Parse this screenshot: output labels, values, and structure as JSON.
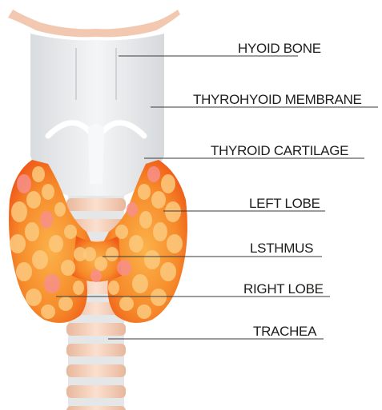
{
  "diagram": {
    "labels": [
      {
        "id": "hyoid-bone",
        "text": "HYOID BONE"
      },
      {
        "id": "thyrohyoid-membrane",
        "text": "THYROHYOID MEMBRANE"
      },
      {
        "id": "thyroid-cartilage",
        "text": "THYROID CARTILAGE"
      },
      {
        "id": "left-lobe",
        "text": "LEFT LOBE"
      },
      {
        "id": "isthmus",
        "text": "LSTHMUS"
      },
      {
        "id": "right-lobe",
        "text": "RIGHT LOBE"
      },
      {
        "id": "trachea",
        "text": "TRACHEA"
      }
    ],
    "colors": {
      "bone": "#f2c9b0",
      "cartilage": "#e6e8ea",
      "trachea_ring": "#f3c9b0",
      "trachea_gap": "#e4e6e8",
      "gland_outer": "#f26a1b",
      "gland_inner": "#f8a640",
      "lobule": "#fbd08a",
      "lobule_pink": "#f58a8a"
    }
  }
}
